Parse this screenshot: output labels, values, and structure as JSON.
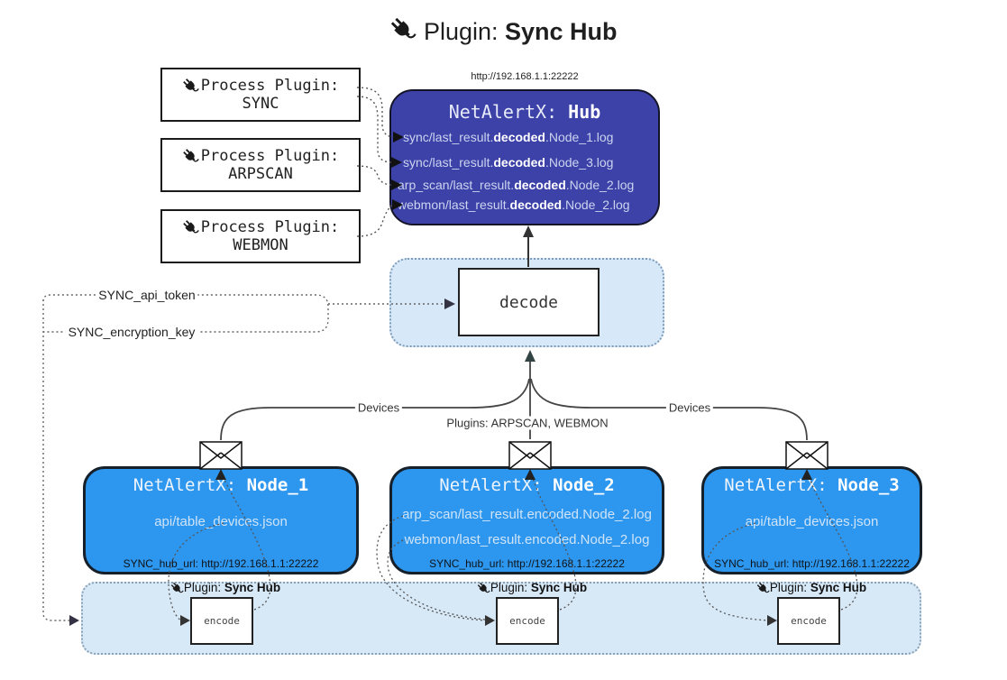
{
  "title": {
    "prefix": "Plugin: ",
    "name": "Sync Hub"
  },
  "colors": {
    "hub_bg": "#3d42a8",
    "node_bg": "#2d96ee",
    "container_bg": "#d7e8f8",
    "container_border": "#7e9cba",
    "line": "#444444",
    "text_on_dark": "#ffffff"
  },
  "process_plugins": [
    {
      "label": "Process Plugin:",
      "name": "SYNC"
    },
    {
      "label": "Process Plugin:",
      "name": "ARPSCAN"
    },
    {
      "label": "Process Plugin:",
      "name": "WEBMON"
    }
  ],
  "hub": {
    "url": "http://192.168.1.1:22222",
    "title_prefix": "NetAlertX: ",
    "title_name": "Hub",
    "lines": [
      {
        "pre": "sync/last_result.",
        "bold": "decoded",
        "post": ".Node_1.log"
      },
      {
        "pre": "sync/last_result.",
        "bold": "decoded",
        "post": ".Node_3.log"
      },
      {
        "pre": "arp_scan/last_result.",
        "bold": "decoded",
        "post": ".Node_2.log"
      },
      {
        "pre": "webmon/last_result.",
        "bold": "decoded",
        "post": ".Node_2.log"
      }
    ]
  },
  "decode": {
    "label": "decode"
  },
  "edge_labels": {
    "api_token": "SYNC_api_token",
    "encryption_key": "SYNC_encryption_key",
    "devices_left": "Devices",
    "devices_right": "Devices",
    "plugins_mid": "Plugins: ARPSCAN, WEBMON"
  },
  "nodes": [
    {
      "title_prefix": "NetAlertX: ",
      "title_name": "Node_1",
      "lines": [
        "api/table_devices.json"
      ],
      "hub_url": "SYNC_hub_url: http://192.168.1.1:22222"
    },
    {
      "title_prefix": "NetAlertX: ",
      "title_name": "Node_2",
      "lines": [
        "arp_scan/last_result.encoded.Node_2.log",
        "webmon/last_result.encoded.Node_2.log"
      ],
      "hub_url": "SYNC_hub_url: http://192.168.1.1:22222"
    },
    {
      "title_prefix": "NetAlertX: ",
      "title_name": "Node_3",
      "lines": [
        "api/table_devices.json"
      ],
      "hub_url": "SYNC_hub_url: http://192.168.1.1:22222"
    }
  ],
  "sync_plugin_instances": [
    {
      "prefix": "Plugin: ",
      "name": "Sync Hub",
      "encode_label": "encode"
    },
    {
      "prefix": "Plugin: ",
      "name": "Sync Hub",
      "encode_label": "encode"
    },
    {
      "prefix": "Plugin: ",
      "name": "Sync Hub",
      "encode_label": "encode"
    }
  ]
}
